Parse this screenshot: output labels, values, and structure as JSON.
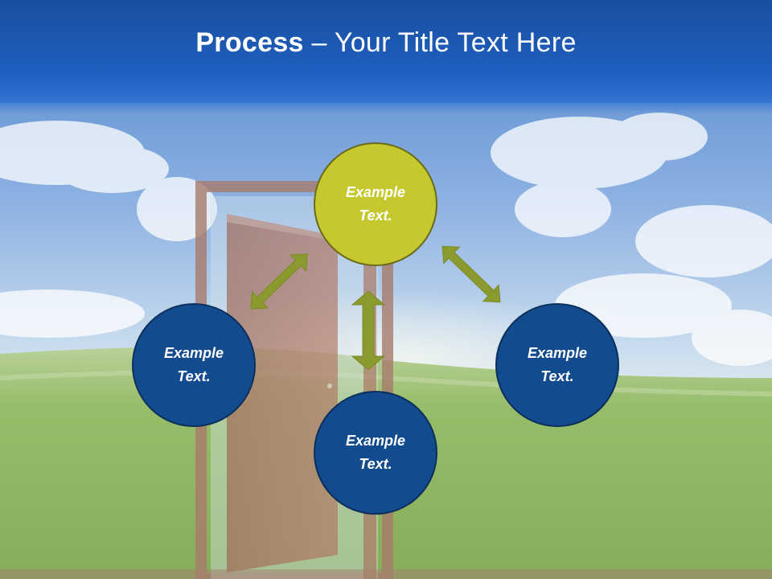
{
  "title": {
    "bold_part": "Process",
    "rest_part": " – Your Title Text Here"
  },
  "nodes": {
    "top": {
      "label": "Example Text.",
      "color": "#c5c92e"
    },
    "left": {
      "label": "Example Text.",
      "color": "#134b8f"
    },
    "right": {
      "label": "Example Text.",
      "color": "#134b8f"
    },
    "bottom": {
      "label": "Example Text.",
      "color": "#134b8f"
    }
  },
  "colors": {
    "title_bar": "#1d5fbf",
    "arrow": "#8a9a2e",
    "node_blue": "#134b8f",
    "node_green": "#c5c92e"
  },
  "background": {
    "scene": "open door in grass field under blue sky"
  }
}
